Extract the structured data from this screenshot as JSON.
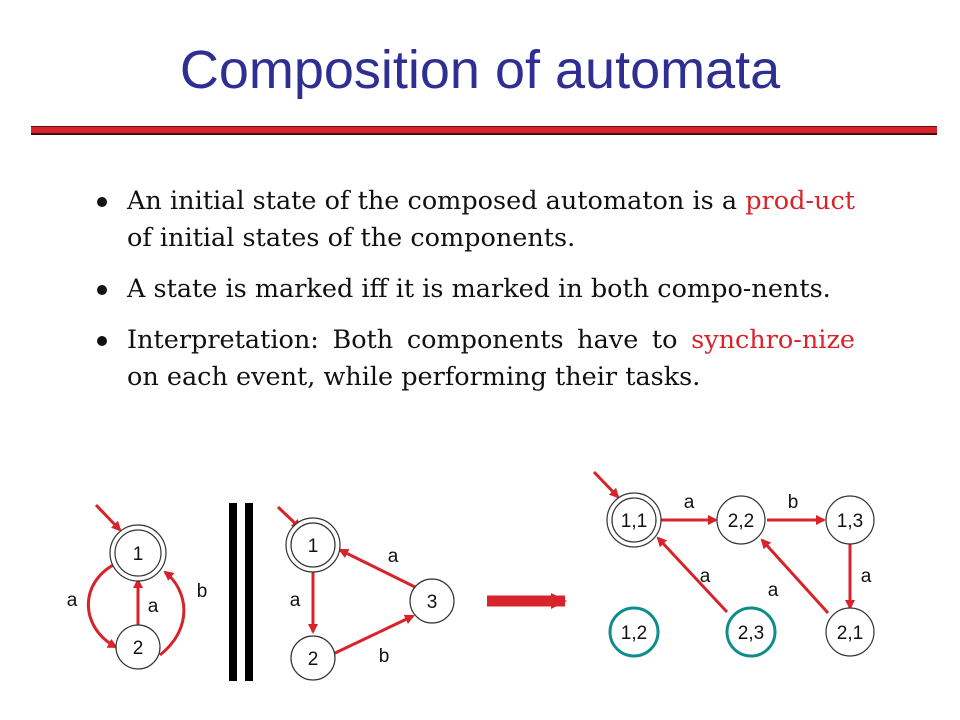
{
  "title": "Composition of automata",
  "bullets": [
    {
      "before": "An initial state of the composed automaton is a ",
      "highlight": "prod-uct",
      "after": " of initial states of the components."
    },
    {
      "before": "A state is marked iff it is marked in both compo-nents.",
      "highlight": "",
      "after": ""
    },
    {
      "before": "Interpretation:  Both components have to ",
      "highlight": "synchro-nize",
      "after": " on each event, while performing their tasks."
    }
  ],
  "automaton_a": {
    "states": [
      "1",
      "2"
    ],
    "edge_labels": {
      "left_a": "a",
      "mid_a": "a",
      "right_b": "b"
    }
  },
  "automaton_b": {
    "states": [
      "1",
      "2",
      "3"
    ],
    "edge_labels": {
      "a_1_2": "a",
      "b_2_3": "b",
      "a_3_1": "a"
    }
  },
  "composed": {
    "states": {
      "s11": "1,1",
      "s22": "2,2",
      "s13": "1,3",
      "s12": "1,2",
      "s23": "2,3",
      "s21": "2,1"
    },
    "edge_labels": {
      "a_11_22": "a",
      "b_22_13": "b",
      "a_13_21": "a",
      "a_21_22": "a",
      "a_23_11": "a"
    }
  },
  "colors": {
    "title": "#2e2e93",
    "accent_red": "#d8232a",
    "marked_teal": "#0f8c8c"
  }
}
